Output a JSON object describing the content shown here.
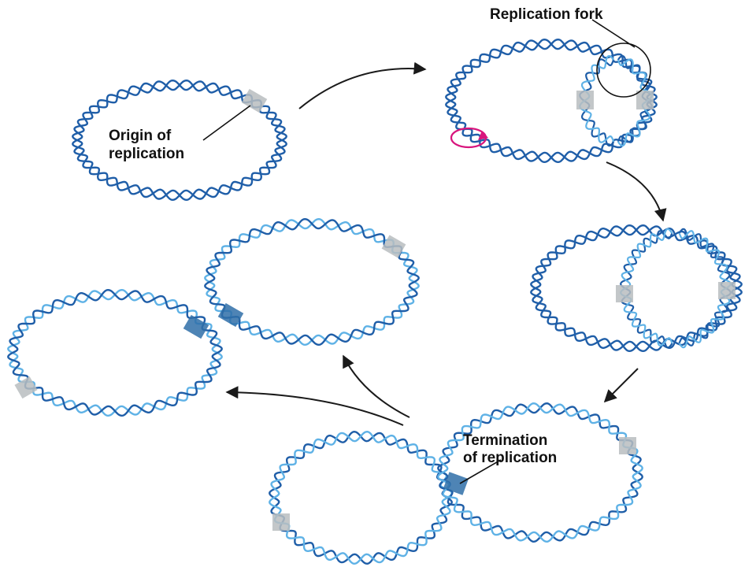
{
  "labels": {
    "replication_fork": "Replication fork",
    "origin_line1": "Origin of",
    "origin_line2": "replication",
    "termination_line1": "Termination",
    "termination_line2": "of replication"
  },
  "colors": {
    "dark_strand": "#1f5ea8",
    "light_strand": "#5fb2e6",
    "origin_marker": "#b9bdc0",
    "origin_marker_dark": "#2f6fa8",
    "enzyme": "#d8157d",
    "arrow": "#1a1a1a"
  }
}
